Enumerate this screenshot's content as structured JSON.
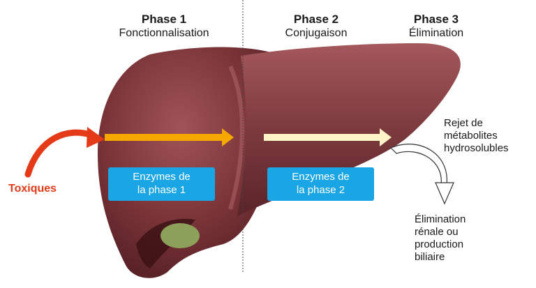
{
  "phases": [
    {
      "title": "Phase 1",
      "subtitle": "Fonctionnalisation"
    },
    {
      "title": "Phase 2",
      "subtitle": "Conjugaison"
    },
    {
      "title": "Phase 3",
      "subtitle": "Élimination"
    }
  ],
  "enzymes": [
    {
      "line1": "Enzymes de",
      "line2": "la phase 1"
    },
    {
      "line1": "Enzymes de",
      "line2": "la phase 2"
    }
  ],
  "input_label": "Toxiques",
  "rejection": {
    "line1": "Rejet de",
    "line2": "métabolites",
    "line3": "hydrosolubles"
  },
  "elimination": {
    "line1": "Élimination",
    "line2": "rénale ou",
    "line3": "production",
    "line4": "biliaire"
  },
  "colors": {
    "liver": "#7a3438",
    "liver_dark": "#4e1c21",
    "liver_light": "#a4585b",
    "gallbladder": "#8ca05a",
    "phase1_arrow": "#f5a800",
    "phase2_arrow": "#fff4c8",
    "enzyme_box": "#1aa6e4",
    "toxiques": "#e53a17"
  }
}
